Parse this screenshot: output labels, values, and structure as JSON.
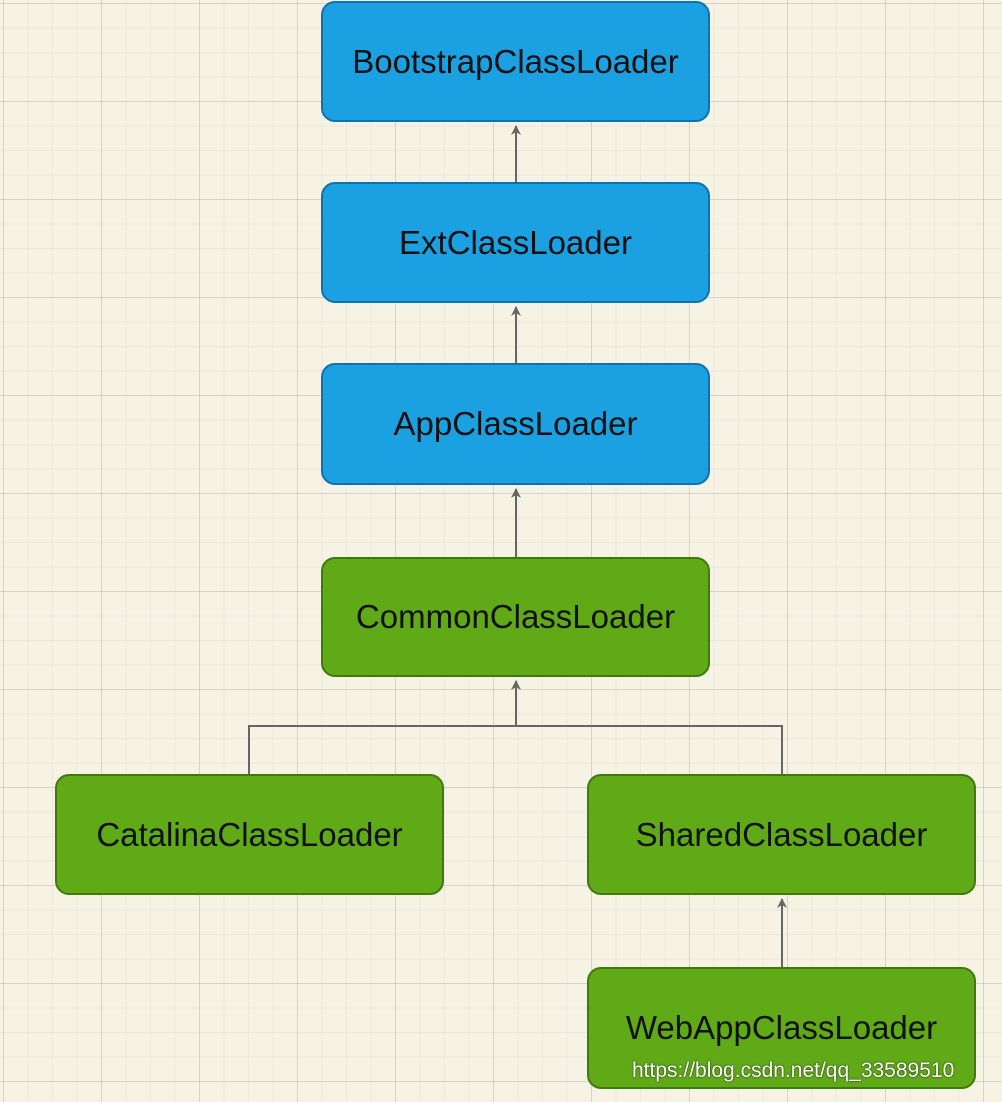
{
  "nodes": {
    "bootstrap": "BootstrapClassLoader",
    "ext": "ExtClassLoader",
    "app": "AppClassLoader",
    "common": "CommonClassLoader",
    "catalina": "CatalinaClassLoader",
    "shared": "SharedClassLoader",
    "webapp": "WebAppClassLoader"
  },
  "edges": [
    {
      "from": "ext",
      "to": "bootstrap"
    },
    {
      "from": "app",
      "to": "ext"
    },
    {
      "from": "common",
      "to": "app"
    },
    {
      "from": "catalina",
      "to": "common"
    },
    {
      "from": "shared",
      "to": "common"
    },
    {
      "from": "webapp",
      "to": "shared"
    }
  ],
  "colors": {
    "parent_loader_fill": "#1ba1e2",
    "tomcat_loader_fill": "#60a917",
    "connector": "#666666",
    "grid_background": "#f6f2e4"
  },
  "watermark": "https://blog.csdn.net/qq_33589510"
}
